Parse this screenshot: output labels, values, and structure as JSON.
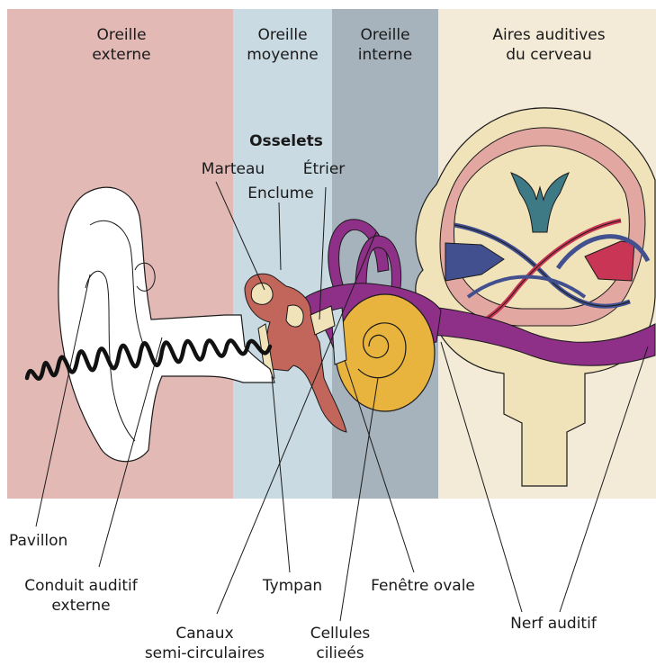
{
  "regions": {
    "outer": {
      "label": "Oreille\nexterne",
      "color": "#e3b9b5"
    },
    "middle": {
      "label": "Oreille\nmoyenne",
      "color": "#c9dae3"
    },
    "inner": {
      "label": "Oreille\ninterne",
      "color": "#a6b3bc"
    },
    "brain": {
      "label": "Aires auditives\ndu cerveau",
      "color": "#f3ead8"
    }
  },
  "group_label": "Osselets",
  "labels": {
    "marteau": "Marteau",
    "enclume": "Enclume",
    "etrier": "Étrier",
    "pavillon": "Pavillon",
    "conduit": "Conduit auditif\nexterne",
    "tympan": "Tympan",
    "fenetre": "Fenêtre ovale",
    "canaux": "Canaux\nsemi-circulaires",
    "cellules": "Cellules\ncilieés",
    "nerf": "Nerf auditif"
  },
  "colors": {
    "ossicle": "#c2655a",
    "cochlea": "#e8b43d",
    "nerve": "#8e2f88",
    "brain_fill": "#f1e3b9",
    "cortex": "#e2a7a0",
    "ventricle": "#3d7a86",
    "blue_path": "#42508f",
    "red_path": "#c93554"
  }
}
